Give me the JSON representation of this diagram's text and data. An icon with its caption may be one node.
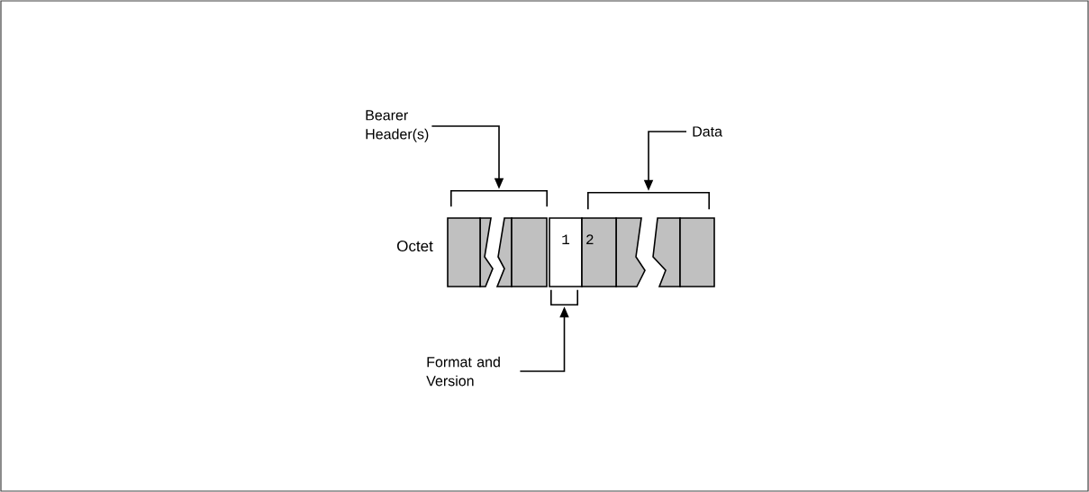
{
  "diagram": {
    "nodes": [
      {
        "text": [
          "Bearer Header(s)"
        ]
      },
      {
        "text": [
          "Data"
        ]
      },
      {
        "text": [
          "Format and Version"
        ]
      },
      {
        "text": [],
        "shape": "bracket"
      },
      {
        "text": [],
        "shape": "bracket"
      },
      {
        "text": [],
        "shape": "bracket"
      },
      {
        "text": [],
        "shape": "box"
      },
      {
        "text": [],
        "shape": "box"
      },
      {
        "text": [
          "1"
        ]
      },
      {
        "text": [
          "2"
        ]
      },
      {
        "text": [],
        "shape": "box"
      }
    ],
    "edges": [
      {
        "from": 0,
        "to": 3,
        "arrow": "to"
      },
      {
        "from": 1,
        "to": 4,
        "arrow": "to"
      },
      {
        "from": 2,
        "to": 5,
        "arrow": "to"
      }
    ],
    "labels": [
      "Octet"
    ]
  }
}
